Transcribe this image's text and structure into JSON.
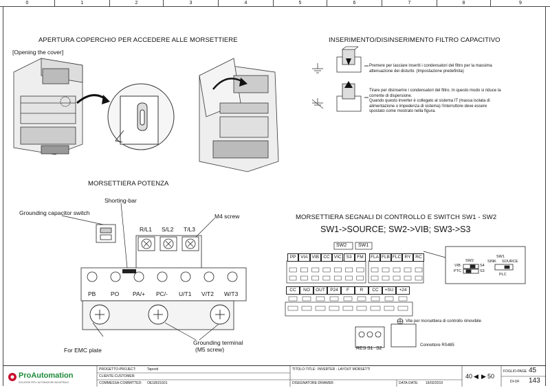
{
  "ruler": [
    "0",
    "1",
    "2",
    "3",
    "4",
    "5",
    "6",
    "7",
    "8",
    "9"
  ],
  "sections": {
    "cover_title": "APERTURA COPERCHIO PER ACCEDERE ALLE MORSETTIERE",
    "cover_sub": "[Opening the cover]",
    "filter_title": "INSERIMENTO/DISINSERIMENTO FILTRO CAPACITIVO",
    "filter_text1": [
      "Premere per lasciare inseriti i condensatori del filtro per la massima",
      "attenuazione dei disturbi. (Impostazione predefinita)"
    ],
    "filter_text2": [
      "Tirare per disinserire i condensatori del filtro. In questo modo si riduce la",
      "corrente di dispersione.",
      "Quando questo inverter è collegato al sistema IT (massa isolata di",
      "alimentazione o impedenza di sistema) l'interruttore deve essere",
      "spostato come mostrato nella figura."
    ],
    "power_title": "MORSETTIERA POTENZA",
    "signal_title": "MORSETTIERA SEGNALI DI CONTROLLO E SWITCH SW1 - SW2",
    "switch_setting": "SW1->SOURCE; SW2->VIB; SW3->S3"
  },
  "power": {
    "shorting_bar": "Shorting-bar",
    "grounding_cap_switch": "Grounding capacitor switch",
    "m4_screw": "M4 screw",
    "top_terminals": [
      "R/L1",
      "S/L2",
      "T/L3"
    ],
    "bottom_terminals": [
      "PB",
      "PO",
      "PA/+",
      "PC/-",
      "U/T1",
      "V/T2",
      "W/T3"
    ],
    "emc_plate": "For EMC plate",
    "grounding_terminal": "Grounding terminal",
    "m5_screw": "(M5 screw)"
  },
  "signal": {
    "sw_labels": [
      "SW2",
      "SW1"
    ],
    "row1_left": [
      "PP",
      "VIA",
      "VIB",
      "CC",
      "VIC",
      "S3",
      "FM"
    ],
    "row1_right": [
      "FLA",
      "FLB",
      "FLC",
      "RY",
      "RC"
    ],
    "row2": [
      "CC",
      "NO",
      "OUT",
      "P24",
      "F",
      "R",
      "CC",
      "+SU",
      "+24"
    ],
    "bottom_conn": [
      "RES",
      "S1",
      "S2"
    ],
    "vite_note": "Vite per morsettiera di controllo rimovibile",
    "rs485": "Connettore RS485",
    "switch_box": {
      "sw1": "SW1",
      "sink": "SINK",
      "source": "SOURCE",
      "plc": "PLC",
      "sw2": "SW2",
      "vib": "VIB",
      "ptc": "PTC",
      "s4": "S4",
      "s3": "S3"
    }
  },
  "titleblock": {
    "logo": "ProAutomation",
    "logo_tag": "SOLUZIONI PER L'AUTOMAZIONE INDUSTRIALE",
    "project_label": "PROGETTO-PROJECT:",
    "project_value": "Tapooti",
    "customer_label": "CLIENTE-CUSTOMER:",
    "customer_value": "",
    "order_label": "COMMESSA-COMMITTED:",
    "order_value": "OE18021601",
    "title_label": "TITOLO-TITLE:",
    "title_value": "INVERTER - LAYOUT MORSETTI",
    "drawer_label": "DISEGNATORE-DRAWER:",
    "drawer_value": "",
    "date_label": "DATA-DATE:",
    "date_value": "16/02/2019",
    "prev_page": "40",
    "next_page": "50",
    "page_label": "FOGLIO-PAGE",
    "page_value": "45",
    "of_label": "DI-OF",
    "of_value": "143"
  }
}
